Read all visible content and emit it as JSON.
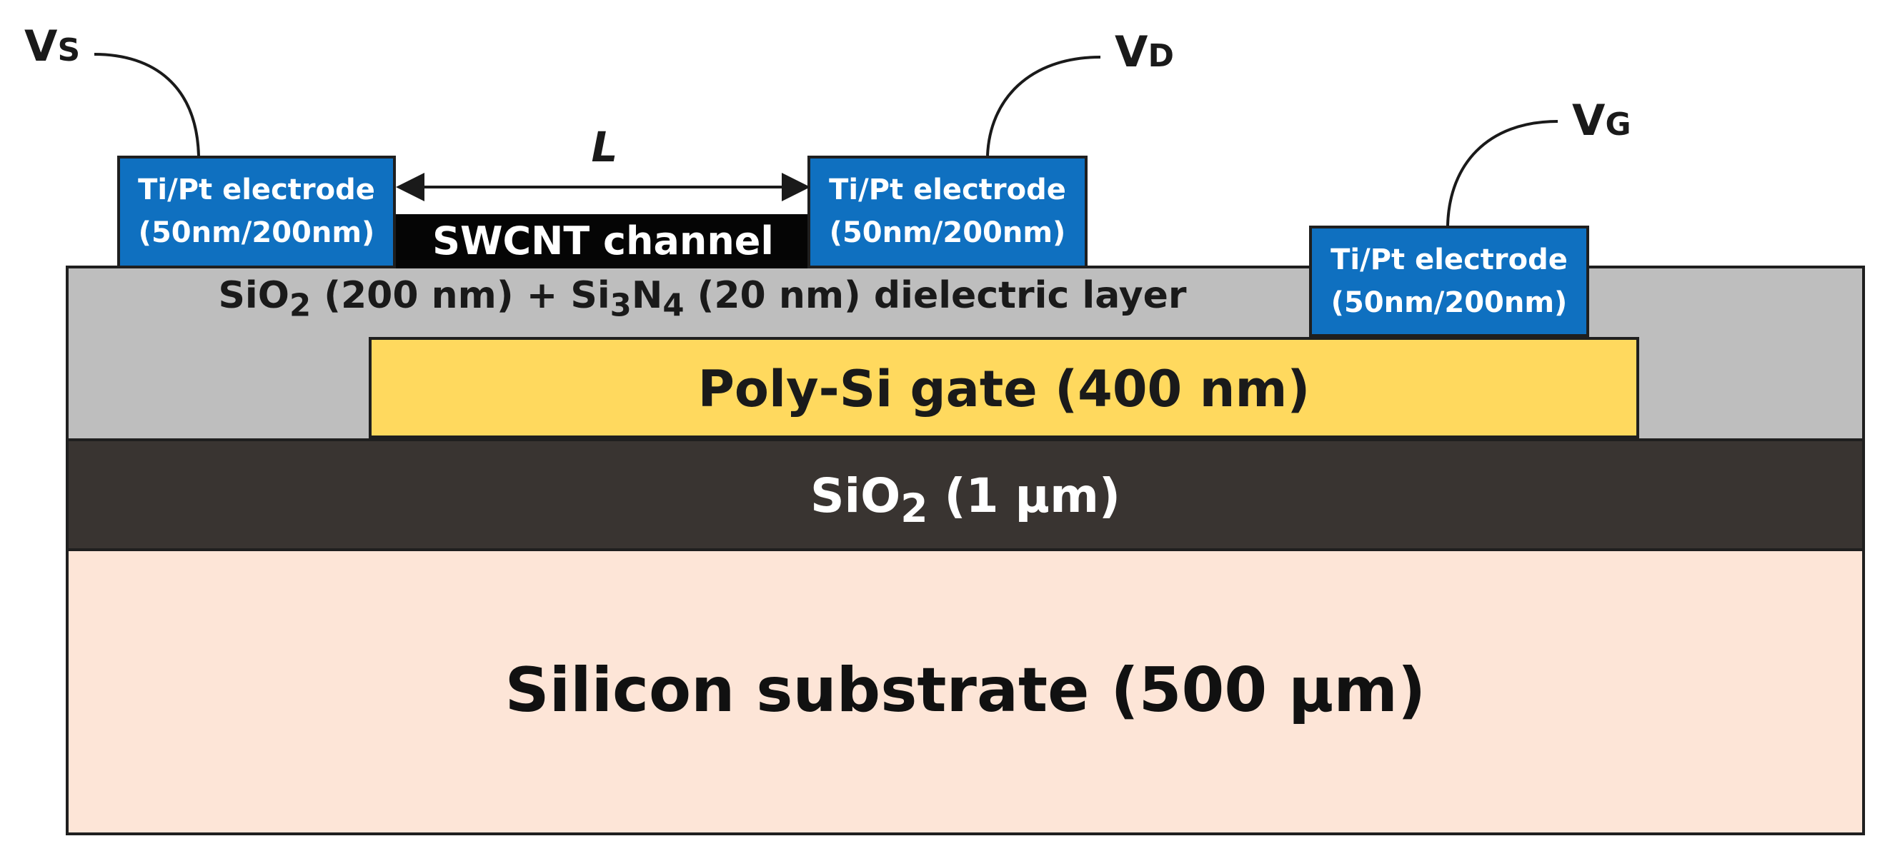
{
  "diagram": {
    "terminals": {
      "source": {
        "main": "V",
        "sub": "S"
      },
      "drain": {
        "main": "V",
        "sub": "D"
      },
      "gate": {
        "main": "V",
        "sub": "G"
      }
    },
    "channel_length_label": "L",
    "electrodes": {
      "source": {
        "line1": "Ti/Pt electrode",
        "line2": "(50nm/200nm)"
      },
      "drain": {
        "line1": "Ti/Pt electrode",
        "line2": "(50nm/200nm)"
      },
      "gate": {
        "line1": "Ti/Pt electrode",
        "line2": "(50nm/200nm)"
      }
    },
    "channel": "SWCNT channel",
    "dielectric": {
      "part1": "SiO",
      "part1_sub": "2",
      "part2": " (200 nm) + Si",
      "part2_sub": "3",
      "part3": "N",
      "part3_sub": "4",
      "part4": " (20 nm) dielectric layer"
    },
    "gate_layer": "Poly-Si gate (400 nm)",
    "bottom_oxide": {
      "part1": "SiO",
      "part1_sub": "2",
      "part2": " (1 µm)"
    },
    "substrate": "Silicon substrate (500 µm)",
    "colors": {
      "electrode": "#0f70c0",
      "gate": "#ffd95e",
      "dielectric": "#bebebe",
      "bottom_oxide": "#393431",
      "substrate": "#fde5d7",
      "channel": "#050505"
    }
  }
}
